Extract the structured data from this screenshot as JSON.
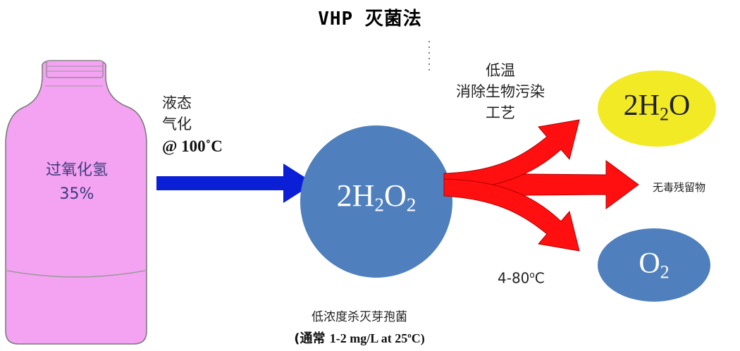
{
  "title": "VHP 灭菌法",
  "bottle": {
    "label": "过氧化氢",
    "concentration": "35%",
    "color": "#f4a3f2"
  },
  "vaporize": {
    "line1": "液态",
    "line2": "气化",
    "temp": "@ 100˚C"
  },
  "center": {
    "base": "2H",
    "sub1": "2",
    "mid": "O",
    "sub2": "2",
    "color": "#4f7fbd"
  },
  "process": {
    "line1": "低温",
    "line2": "消除生物污染",
    "line3": "工艺"
  },
  "temp_range": {
    "base": "4-80",
    "sup": "o",
    "unit": "C"
  },
  "products": {
    "water": {
      "base": "2H",
      "sub": "2",
      "tail": "O",
      "color": "#f2ea25"
    },
    "oxygen": {
      "base": "O",
      "sub": "2",
      "color": "#4f7fbd"
    },
    "residue": "无毒残留物"
  },
  "bottom": {
    "line1": "低浓度杀灭芽孢菌",
    "line2_prefix": "(通常 ",
    "line2_value": "1-2 mg/L at 25",
    "line2_sup": "o",
    "line2_suffix": "C)"
  },
  "colors": {
    "arrow_blue": "#0a1fd6",
    "arrow_red": "#ff0f0f"
  }
}
